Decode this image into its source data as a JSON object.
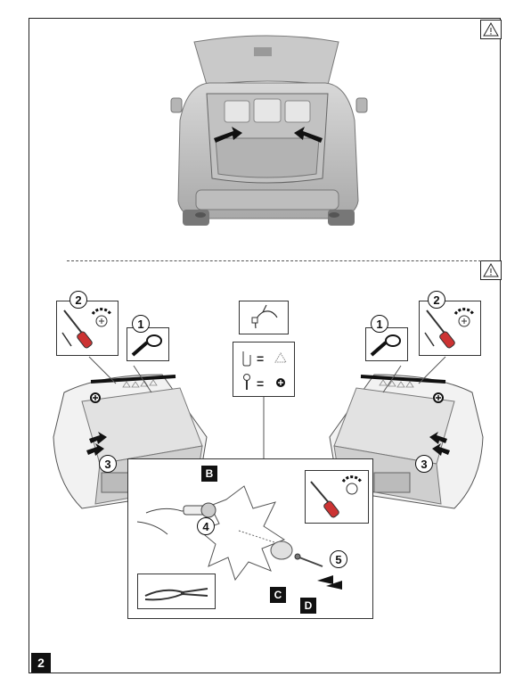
{
  "page": {
    "number": "2"
  },
  "warning_icons": [
    "warning-triangle-icon",
    "warning-triangle-icon"
  ],
  "steps": {
    "s1": "1",
    "s2": "2",
    "s3": "3",
    "s4": "4",
    "s5": "5"
  },
  "parts": {
    "b": "B",
    "c": "C",
    "d": "D"
  },
  "legend": {
    "equals": "="
  }
}
